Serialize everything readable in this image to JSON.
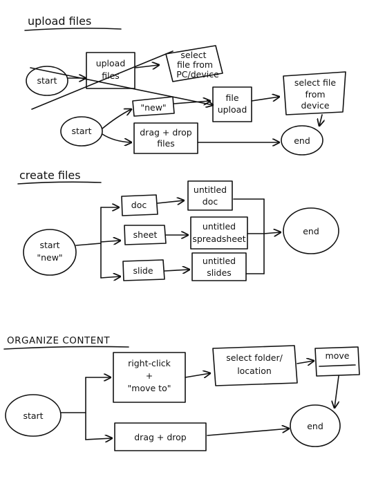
{
  "sections": {
    "upload": {
      "title": "upload files",
      "start": "start",
      "crossed_box": [
        "upload",
        "files"
      ],
      "crossed_parallelogram": [
        "select",
        "file from",
        "PC/device"
      ],
      "new_option": "\"new\"",
      "drag_option": [
        "drag + drop",
        "files"
      ],
      "file_upload": [
        "file",
        "upload"
      ],
      "select_file": [
        "select file",
        "from",
        "device"
      ],
      "end": "end"
    },
    "create": {
      "title": "create files",
      "start": [
        "start",
        "\"new\""
      ],
      "options": [
        "doc",
        "sheet",
        "slide"
      ],
      "results": [
        [
          "untitled",
          "doc"
        ],
        [
          "untitled",
          "spreadsheet"
        ],
        [
          "untitled",
          "slides"
        ]
      ],
      "end": "end"
    },
    "organize": {
      "title": "ORGANIZE CONTENT",
      "start": "start",
      "right_click": [
        "right-click",
        "+",
        "\"move to\""
      ],
      "select_folder": [
        "select folder/",
        "location"
      ],
      "move": "move",
      "drag_drop": "drag + drop",
      "end": "end"
    }
  },
  "colors": {
    "ink": "#111111",
    "background": "#ffffff"
  }
}
